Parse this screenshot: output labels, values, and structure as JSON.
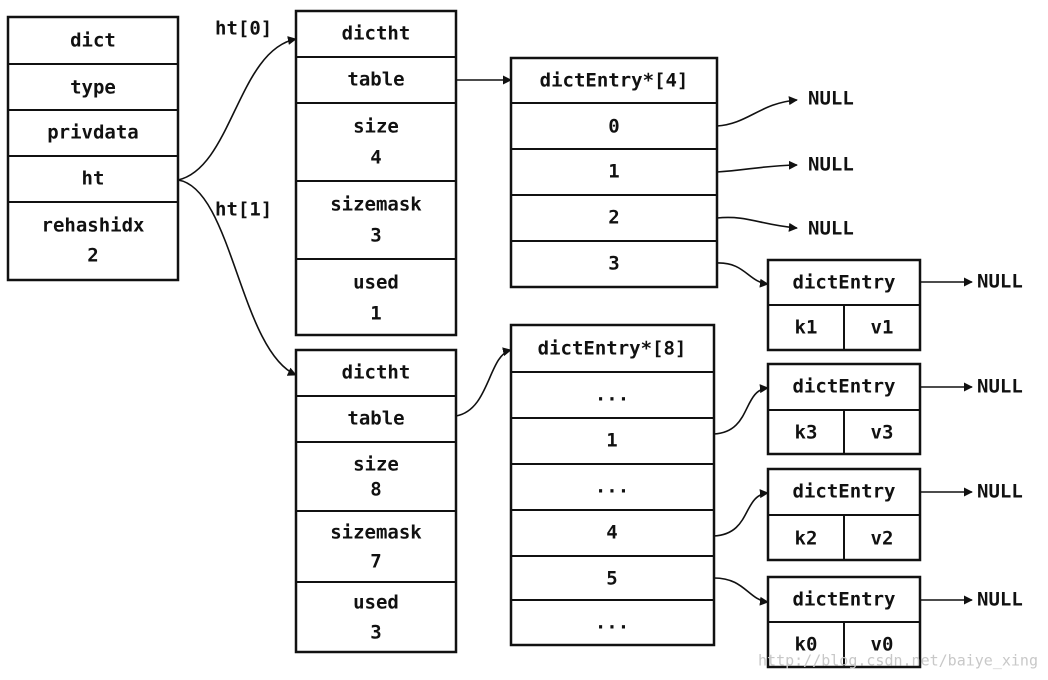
{
  "dict": {
    "title": "dict",
    "type": "type",
    "privdata": "privdata",
    "ht": "ht",
    "rehashidx_label": "rehashidx",
    "rehashidx_value": "2"
  },
  "pointer_labels": {
    "ht0": "ht[0]",
    "ht1": "ht[1]"
  },
  "ht0": {
    "title": "dictht",
    "table": "table",
    "size_label": "size",
    "size_value": "4",
    "sizemask_label": "sizemask",
    "sizemask_value": "3",
    "used_label": "used",
    "used_value": "1"
  },
  "ht1": {
    "title": "dictht",
    "table": "table",
    "size_label": "size",
    "size_value": "8",
    "sizemask_label": "sizemask",
    "sizemask_value": "7",
    "used_label": "used",
    "used_value": "3"
  },
  "table0": {
    "title": "dictEntry*[4]",
    "slots": [
      "0",
      "1",
      "2",
      "3"
    ]
  },
  "table1": {
    "title": "dictEntry*[8]",
    "slots": [
      "...",
      "1",
      "...",
      "4",
      "5",
      "..."
    ]
  },
  "null_label": "NULL",
  "entries": [
    {
      "title": "dictEntry",
      "key": "k1",
      "value": "v1"
    },
    {
      "title": "dictEntry",
      "key": "k3",
      "value": "v3"
    },
    {
      "title": "dictEntry",
      "key": "k2",
      "value": "v2"
    },
    {
      "title": "dictEntry",
      "key": "k0",
      "value": "v0"
    }
  ],
  "watermark": "http://blog.csdn.net/baiye_xing"
}
